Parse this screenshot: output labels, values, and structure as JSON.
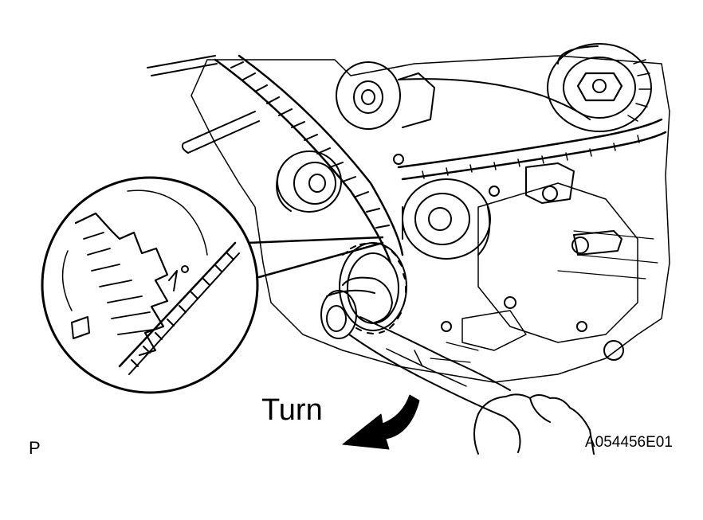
{
  "labels": {
    "turn": "Turn",
    "corner_mark": "P",
    "figure_code": "A054456E01"
  },
  "colors": {
    "line": "#000000",
    "paper": "#ffffff"
  },
  "icons": {
    "direction": "curved-arrow-icon"
  }
}
